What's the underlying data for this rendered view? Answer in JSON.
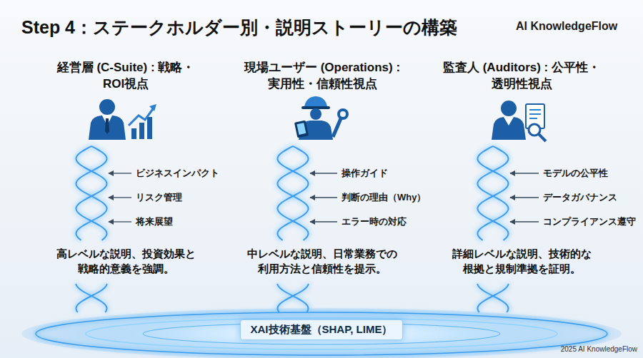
{
  "diagram": {
    "title": "Step 4：ステークホルダー別・説明ストーリーの構築",
    "nodes": [
      {
        "text": [
          "XAI技術基盤（SHAP, LIME）"
        ]
      }
    ],
    "labels": [
      "AI KnowledgeFlow",
      "経営層 (C-Suite) : 戦略・ROI視点",
      "ビジネスインパクト",
      "リスク管理",
      "将来展望",
      "高レベルな説明、投資効果と 戦略的意義を強調。",
      "現場ユーザー (Operations) : 実用性・信頼性視点",
      "操作ガイド",
      "判断の理由（Why）",
      "エラー時の対応",
      "中レベルな説明、日常業務での 利用方法と信頼性を提示。",
      "監査人 (Auditors) : 公平性・透明性視点",
      "モデルの公平性",
      "データガバナンス",
      "コンプライアンス遵守",
      "詳細レベルな説明、技術的な 根拠と規制準拠を証明。",
      "2025 AI KnowledgeFlow"
    ]
  }
}
